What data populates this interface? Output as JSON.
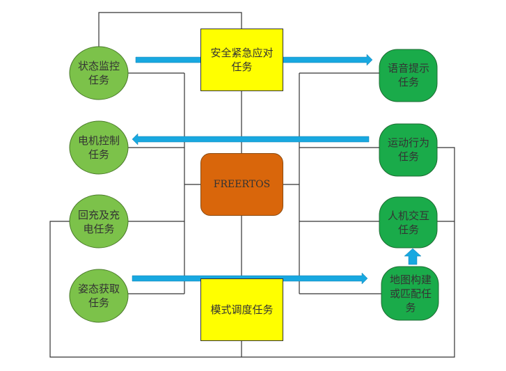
{
  "center": {
    "label": "FREERTOS"
  },
  "top_box": {
    "label": "安全紧急应对任务"
  },
  "bottom_box": {
    "label": "模式调度任务"
  },
  "left_tasks": [
    {
      "label": "状态监控任务"
    },
    {
      "label": "电机控制任务"
    },
    {
      "label": "回充及充电任务"
    },
    {
      "label": "姿态获取任务"
    }
  ],
  "right_tasks": [
    {
      "label": "语音提示任务"
    },
    {
      "label": "运动行为任务"
    },
    {
      "label": "人机交互任务"
    },
    {
      "label": "地图构建或匹配任务"
    }
  ],
  "colors": {
    "yellow": "#ffff00",
    "orange": "#d9660b",
    "light_green": "#7cc24a",
    "dark_green": "#1aab4a",
    "arrow": "#18a8e0"
  }
}
